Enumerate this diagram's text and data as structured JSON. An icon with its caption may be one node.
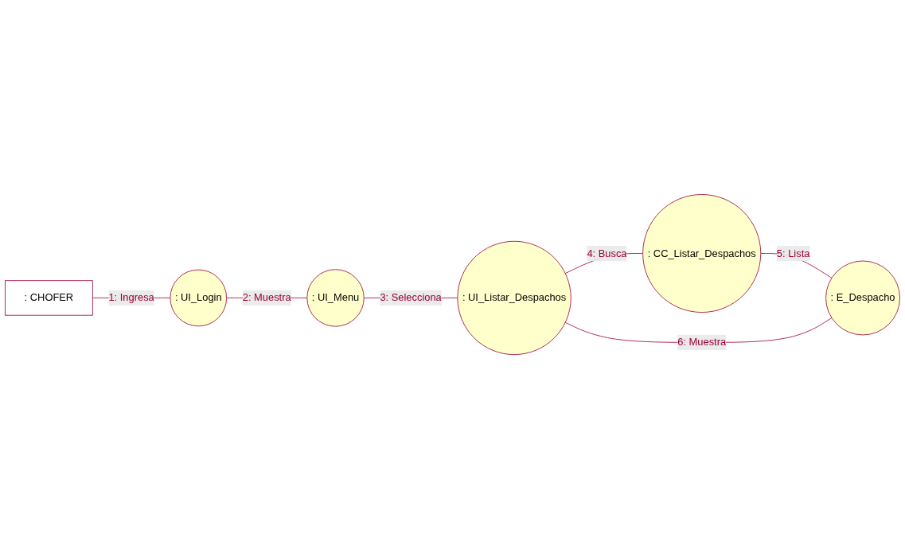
{
  "diagram": {
    "nodes": [
      {
        "text": [
          ": CHOFER"
        ]
      },
      {
        "text": [
          ": UI_Login"
        ]
      },
      {
        "text": [
          ": UI_Menu"
        ]
      },
      {
        "text": [
          ": UI_Listar_Despachos"
        ]
      },
      {
        "text": [
          ": CC_Listar_Despachos"
        ]
      },
      {
        "text": [
          ": E_Despacho"
        ]
      }
    ],
    "edges": [
      {
        "from": 0,
        "to": 1,
        "arrow": "none",
        "label": "1: Ingresa",
        "color": "#990033"
      },
      {
        "from": 1,
        "to": 2,
        "arrow": "none",
        "label": "2: Muestra",
        "color": "#990033"
      },
      {
        "from": 2,
        "to": 3,
        "arrow": "none",
        "label": "3: Selecciona",
        "color": "#990033"
      },
      {
        "from": 3,
        "to": 4,
        "arrow": "none",
        "label": "4: Busca",
        "color": "#990033"
      },
      {
        "from": 4,
        "to": 5,
        "arrow": "none",
        "label": "5: Lista",
        "color": "#990033"
      },
      {
        "from": 5,
        "to": 3,
        "arrow": "none",
        "label": "6: Muestra",
        "color": "#990033"
      }
    ]
  }
}
